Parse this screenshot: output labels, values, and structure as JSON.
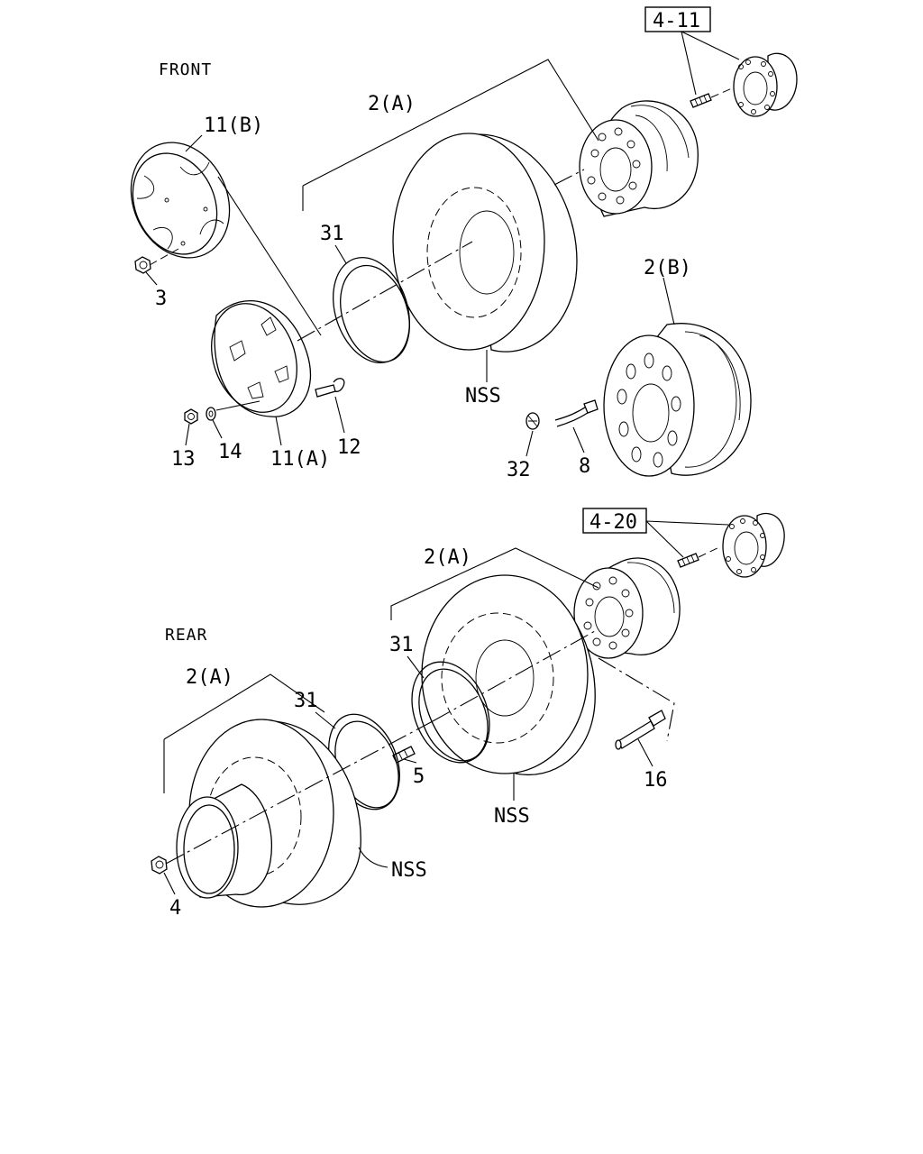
{
  "sections": {
    "front": "FRONT",
    "rear": "REAR"
  },
  "references": {
    "front_hub": "4-11",
    "rear_hub": "4-20"
  },
  "callouts": {
    "front_wheel_assy": "2(A)",
    "front_disc_wheel": "2(B)",
    "wheel_cover_outer": "11(B)",
    "wheel_cover_inner": "11(A)",
    "nut_3": "3",
    "side_ring_front": "31",
    "tire_front": "NSS",
    "nut_13": "13",
    "washer_14": "14",
    "bolt_12": "12",
    "cap_32": "32",
    "valve_extension_8": "8",
    "rear_wheel_assy_inner": "2(A)",
    "side_ring_rear_inner": "31",
    "rear_wheel_assy_outer": "2(A)",
    "side_ring_rear_outer": "31",
    "valve_5": "5",
    "tire_rear_inner": "NSS",
    "tire_rear_outer": "NSS",
    "nut_4": "4",
    "valve_extension_16": "16"
  }
}
